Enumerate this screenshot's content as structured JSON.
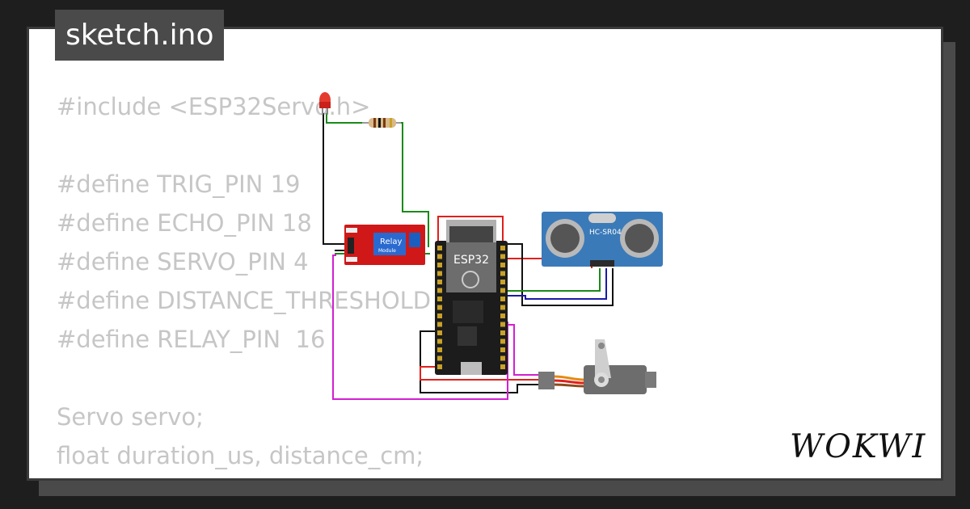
{
  "file_tab": {
    "label": "sketch.ino"
  },
  "code_lines": [
    "#include <ESP32Servo.h>",
    "",
    "#define TRIG_PIN 19",
    "#define ECHO_PIN 18",
    "#define SERVO_PIN 4",
    "#define DISTANCE_THRESHOLD",
    "#define RELAY_PIN  16",
    "",
    "Servo servo;",
    "float duration_us, distance_cm;"
  ],
  "components": {
    "esp32": {
      "label": "ESP32"
    },
    "relay": {
      "label": "Relay",
      "sublabel": "Module"
    },
    "ultrasonic": {
      "label": "HC-SR04"
    }
  },
  "brand": {
    "logo_text": "WOKWI"
  },
  "colors": {
    "background": "#1e1e1e",
    "card": "#ffffff",
    "tab": "#4a4a4a",
    "code_text": "#c6c6c6",
    "wire_red": "#e0201c",
    "wire_black": "#111111",
    "wire_green": "#1a8a1a",
    "wire_blue": "#1a1aa8",
    "wire_magenta": "#d21fd2",
    "relay_board": "#d01818",
    "sensor_board": "#3b7ab8"
  }
}
